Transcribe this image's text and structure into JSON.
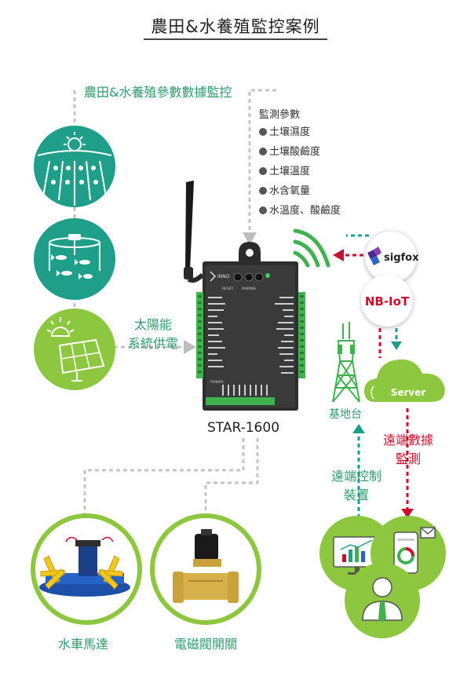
{
  "title": "農田&水養殖監控案例",
  "monitor_label": "農田&水養殖參數數據監控",
  "params": {
    "title": "監測參數",
    "items": [
      "土壤濕度",
      "土壤酸鹼度",
      "土壤溫度",
      "水含氧量",
      "水溫度、酸鹼度"
    ]
  },
  "solar_label": [
    "太陽能",
    "系統供電"
  ],
  "device": {
    "name": "STAR-1600",
    "brand": "INNO",
    "buttons": [
      "RESET",
      "PAIRING"
    ],
    "power": "POWER"
  },
  "network": {
    "sigfox": "sigfox",
    "nbiot": "NB-IoT",
    "server": "Server",
    "base_station": "基地台"
  },
  "remote_data_label": [
    "遠端數據",
    "監測"
  ],
  "remote_control_label": [
    "遠端控制",
    "裝置"
  ],
  "outputs": {
    "waterwheel": "水車馬達",
    "valve": "電磁閥開關"
  },
  "colors": {
    "teal": "#1f9e8a",
    "green": "#8dc63f",
    "red": "#c8102e",
    "nb_blue": "#1d3a8a",
    "sigfox_purple": "#6a2c91"
  }
}
